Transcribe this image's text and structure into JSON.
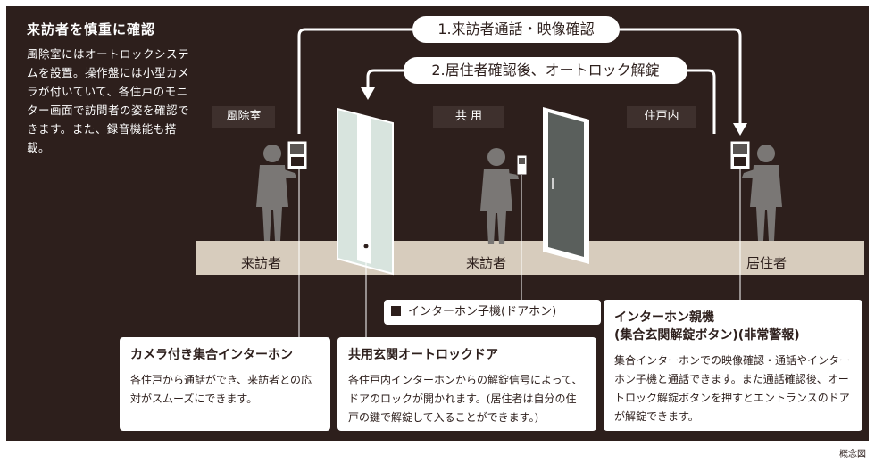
{
  "intro": {
    "title": "来訪者を慎重に確認",
    "body": "風除室にはオートロックシステムを設置。操作盤には小型カメラが付いていて、各住戸のモニター画面で訪問者の姿を確認できます。また、録音機能も搭載。"
  },
  "zones": {
    "vestibule": "風除室",
    "common": "共 用",
    "dwelling": "住戸内"
  },
  "steps": {
    "step1": "1.来訪者通話・映像確認",
    "step2": "2.居住者確認後、オートロック解錠"
  },
  "floor_labels": {
    "visitor1": "来訪者",
    "visitor2": "来訪者",
    "resident": "居住者"
  },
  "subunit": "インターホン子機(ドアホン)",
  "callouts": {
    "camera": {
      "title": "カメラ付き集合インターホン",
      "body": "各住戸から通話ができ、来訪者との応対がスムーズにできます。"
    },
    "autolock": {
      "title": "共用玄関オートロックドア",
      "body": "各住戸内インターホンからの解錠信号によって、ドアのロックが開かれます。(居住者は自分の住戸の鍵で解錠して入ることができます。)"
    },
    "master": {
      "title": "インターホン親機",
      "title2": "(集合玄関解錠ボタン)(非常警報)",
      "body": "集合インターホンでの映像確認・通話やインターホン子機と通話できます。また通話確認後、オートロック解錠ボタンを押すとエントランスのドアが解錠できます。"
    }
  },
  "caption": "概念図",
  "colors": {
    "background": "#2d1f1c",
    "floor": "#d7ccbd",
    "figure": "#7a7775",
    "text_light": "#ffffff"
  }
}
